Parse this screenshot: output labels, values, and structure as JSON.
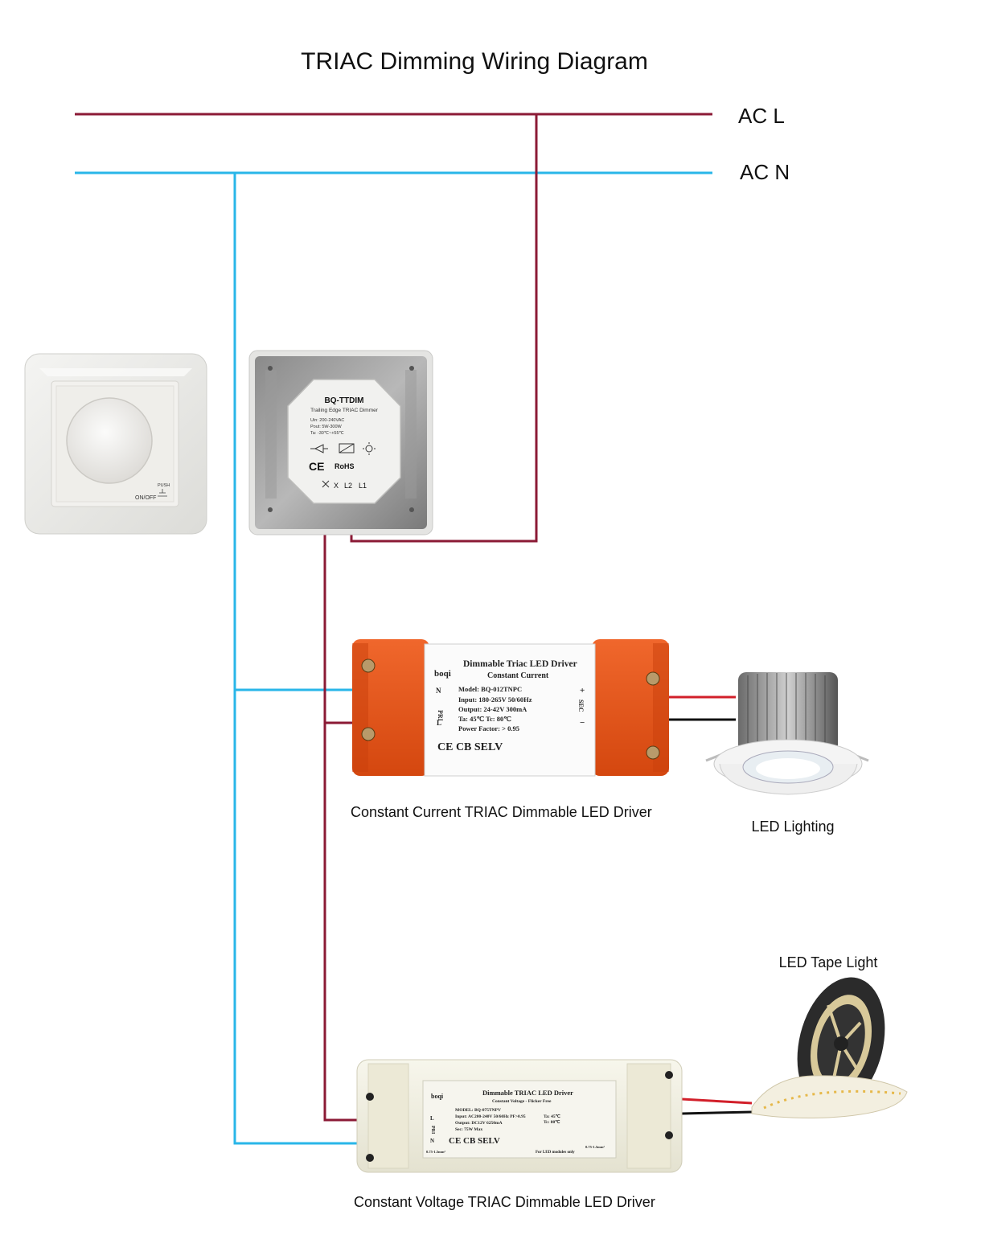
{
  "title": "TRIAC Dimming Wiring Diagram",
  "rails": {
    "live_label": "AC L",
    "neutral_label": "AC N"
  },
  "colors": {
    "live": "#8b1a35",
    "neutral": "#29b6e8",
    "driver_orange": "#e8541d",
    "red_wire": "#d21f2a",
    "black_wire": "#111111"
  },
  "dimmer_front": {
    "on_off": "ON/OFF",
    "push": "PUSH"
  },
  "dimmer_module": {
    "model": "BQ-TTDIM",
    "subtitle": "Trailing Edge TRIAC Dimmer",
    "spec1": "Uin:  200-240VAC",
    "spec2": "Pout:  5W-300W",
    "spec3": "Ta:  -30℃~+55℃",
    "rohs": "RoHS",
    "ce": "CE",
    "terminals": [
      "X",
      "L2",
      "L1"
    ]
  },
  "cc_driver": {
    "brand": "boqi",
    "title": "Dimmable Triac LED Driver",
    "subtitle": "Constant Current",
    "model": "Model: BQ-012TNPC",
    "input": "Input: 180-265V  50/60Hz",
    "output": "Output: 24-42V  300mA",
    "temp": "Ta: 45℃ Tc: 80℃",
    "pf": "Power Factor: > 0.95",
    "pri": "PRI",
    "sec": "SEC",
    "n": "N",
    "l": "L",
    "plus": "+",
    "minus": "−",
    "certs": "CE    CB       SELV",
    "caption": "Constant Current TRIAC Dimmable LED Driver"
  },
  "led_lighting_label": "LED Lighting",
  "cv_driver": {
    "brand": "boqi",
    "title": "Dimmable TRIAC LED Driver",
    "subtitle": "Constant Voltage - Flicker Free",
    "model": "MODEL: BQ-075TNPV",
    "input": "Input: AC200-240V 50/60Hz PF>0.95",
    "output": "Output: DC12V 6250mA",
    "power": "Sec: 75W Max",
    "temp": "Ta: 45℃",
    "tc": "Tc: 80℃",
    "pri": "PRI",
    "l": "L",
    "n": "N",
    "certs": "CE    CB       SELV",
    "note": "For LED modules only",
    "wire": "0.75-1.5mm²",
    "caption": "Constant Voltage TRIAC Dimmable LED Driver"
  },
  "led_tape_label": "LED Tape Light"
}
